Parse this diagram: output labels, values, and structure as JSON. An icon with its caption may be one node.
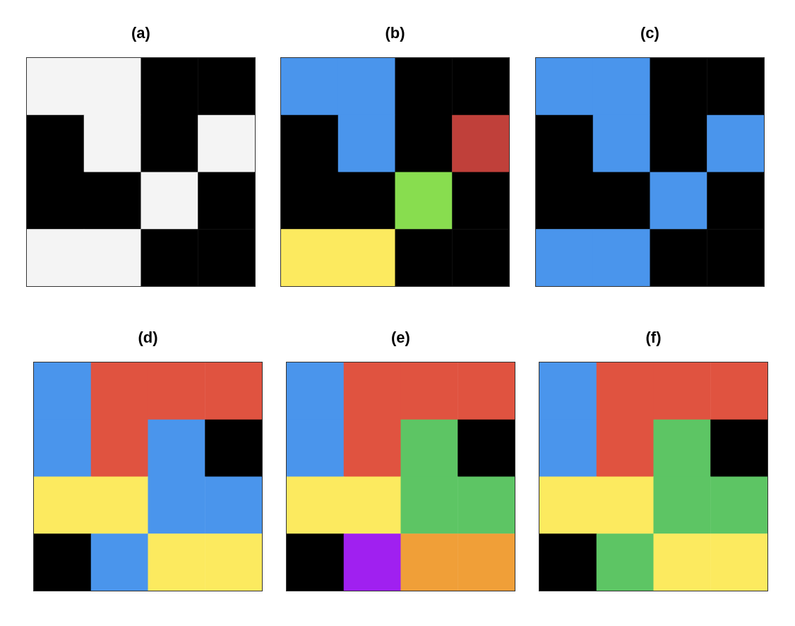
{
  "diagram": {
    "labels": [
      "(a)",
      "(b)",
      "(c)",
      "(d)",
      "(e)",
      "(f)"
    ]
  }
}
